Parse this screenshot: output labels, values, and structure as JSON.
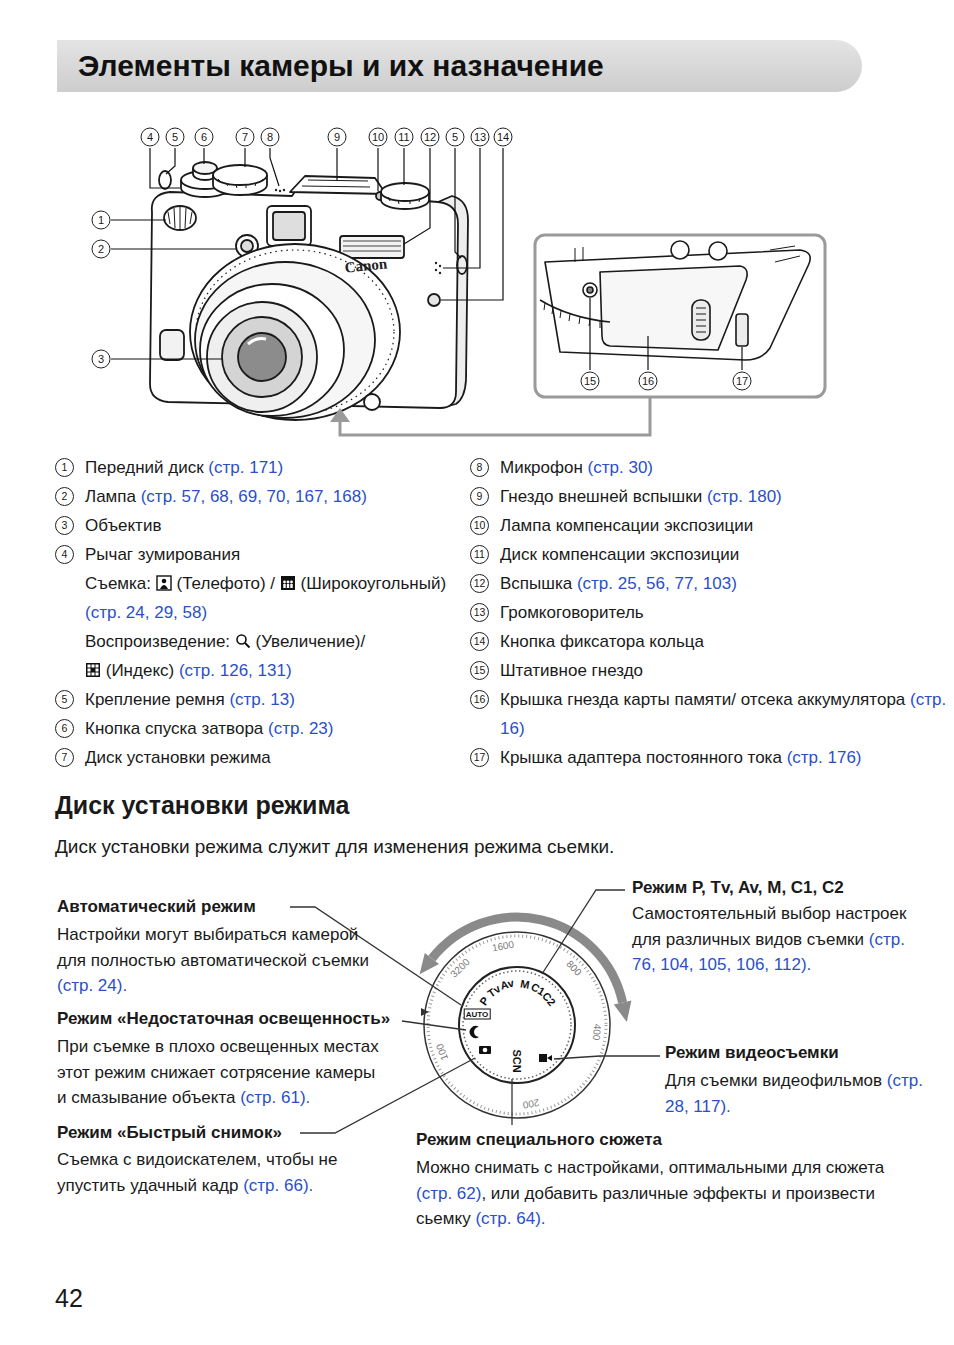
{
  "diagram": {
    "title": "Элементы камеры и их назначение",
    "labels": [
      "Canon",
      "4",
      "5",
      "6",
      "7",
      "8",
      "9",
      "10",
      "11",
      "12",
      "5",
      "13",
      "14",
      "1",
      "2",
      "3",
      "15",
      "16",
      "17",
      "1",
      "Передний диск",
      "(стр. 171)",
      "2",
      "Лампа",
      "(стр. 57, 68, 69, 70, 167, 168)",
      "3",
      "Объектив",
      "4",
      "Рычаг зумирования",
      "Съемка:",
      "(Телефото) /",
      "(Широкоугольный)",
      "(стр. 24, 29, 58)",
      "Воспроизведение:",
      "(Увеличение)/",
      "(Индекс)",
      "(стр. 126, 131)",
      "5",
      "Крепление ремня",
      "(стр. 13)",
      "6",
      "Кнопка спуска затвора",
      "(стр. 23)",
      "7",
      "Диск установки режима",
      "8",
      "Микрофон",
      "(стр. 30)",
      "9",
      "Гнездо внешней вспышки",
      "(стр. 180)",
      "10",
      "Лампа компенсации экспозиции",
      "11",
      "Диск компенсации экспозиции",
      "12",
      "Вспышка",
      "(стр. 25, 56, 77, 103)",
      "13",
      "Громкоговоритель",
      "14",
      "Кнопка фиксатора кольца",
      "15",
      "Штативное гнездо",
      "16",
      "Крышка гнезда карты памяти/ отсека аккумулятора",
      "(стр. 16)",
      "17",
      "Крышка адаптера постоянного тока",
      "(стр. 176)",
      "Диск установки режима",
      "Диск установки режима служит для изменения режима сьемки.",
      "Автоматический режим",
      "Настройки могут выбираться камерой для полностью автоматической съемки",
      "(стр. 24).",
      "Режим «Недостаточная освещенность»",
      "При съемке в плохо освещенных местах этот режим снижает сотрясение камеры и смазывание объекта",
      "(стр. 61).",
      "Режим «Быстрый снимок»",
      "Съемка с видоискателем, чтобы не упустить удачный кадр",
      "(стр. 66).",
      "Режим P, Tv, Av, M, C1, C2",
      "Самостоятельный выбор настроек для различных видов съемки",
      "(стр. 76, 104, 105, 106, 112).",
      "Режим видеосъемки",
      "Для съемки видеофильмов",
      "(стр. 28, 117).",
      "Режим специального сюжета",
      "Можно снимать с настройками, оптимальными для сюжета",
      "(стр. 62)",
      ", или добавить различные эффекты и произвести сьемку",
      "(стр. 64).",
      "AUTO",
      "P",
      "Tv",
      "Av",
      "M",
      "C1",
      "C2",
      "SCN",
      "1600",
      "800",
      "400",
      "200",
      "100",
      "3200",
      "42"
    ]
  }
}
